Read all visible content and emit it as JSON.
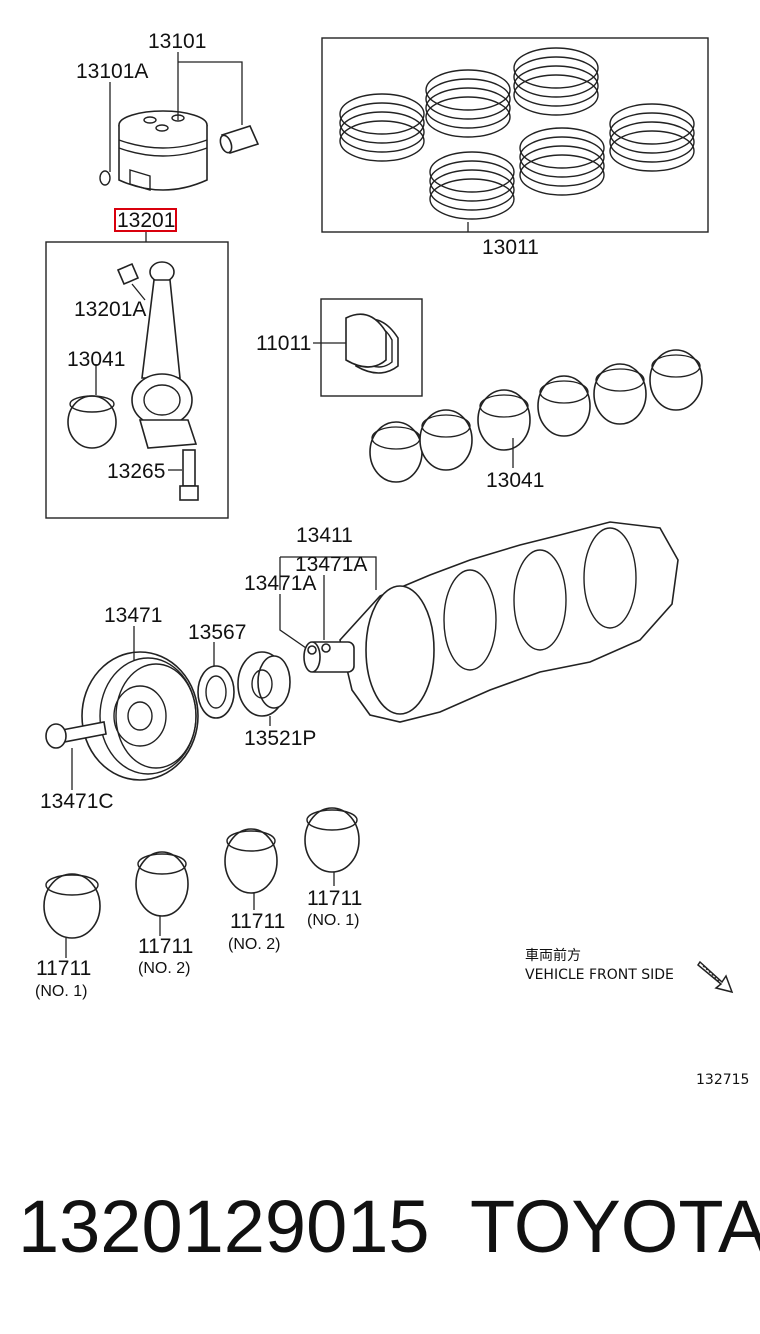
{
  "labels": {
    "p13101": "13101",
    "p13101A": "13101A",
    "p13201": "13201",
    "p13201A": "13201A",
    "p13041_rod": "13041",
    "p13265": "13265",
    "p13011": "13011",
    "p11011": "11011",
    "p13041_main": "13041",
    "p13411": "13411",
    "p13471A_right": "13471A",
    "p13471A_left": "13471A",
    "p13471": "13471",
    "p13567": "13567",
    "p13521P": "13521P",
    "p13471C": "13471C",
    "p11711_a": "11711",
    "p11711_a_sub": "(NO. 1)",
    "p11711_b": "11711",
    "p11711_b_sub": "(NO. 2)",
    "p11711_c": "11711",
    "p11711_c_sub": "(NO. 2)",
    "p11711_d": "11711",
    "p11711_d_sub": "(NO. 1)"
  },
  "direction_note": {
    "japanese": "車両前方",
    "english": "VEHICLE FRONT SIDE"
  },
  "diagram_id": "132715",
  "footer": {
    "part_number": "1320129015",
    "brand": "TOYOTA"
  },
  "highlight_color": "#d9000d"
}
